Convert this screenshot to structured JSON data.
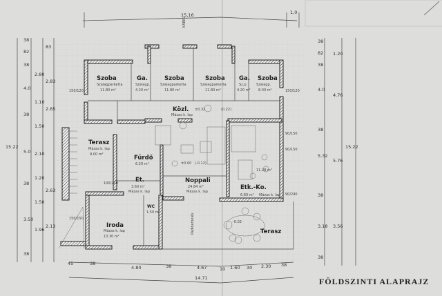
{
  "drawing": {
    "title": "FÖLDSZINTI ALAPRAJZ",
    "rooms": [
      {
        "name": "Szoba",
        "floor": "Szalagparketta",
        "area": "11.80 m²"
      },
      {
        "name": "Ga.",
        "floor": "Szalagp.",
        "area": "4.20 m²"
      },
      {
        "name": "Szoba",
        "floor": "Szalagparketta",
        "area": "11.80 m²"
      },
      {
        "name": "Szoba",
        "floor": "Szalagparketta",
        "area": "11.80 m²"
      },
      {
        "name": "Ga.",
        "floor": "Sz.p.",
        "area": "4.20 m²"
      },
      {
        "name": "Szoba",
        "floor": "Szalagp.",
        "area": "8.00 m²"
      },
      {
        "name": "Közl.",
        "floor": "Mázas k. lap",
        "area": ""
      },
      {
        "name": "Terasz",
        "floor": "Mázas k. lap",
        "area": "9.00 m²"
      },
      {
        "name": "Fürdő",
        "floor": "",
        "area": "6.20 m²"
      },
      {
        "name": "Et.",
        "floor": "Mázas k. lap",
        "area": "3.60 m²"
      },
      {
        "name": "Noppali",
        "floor": "Mázas k. lap",
        "area": "24.84 m²"
      },
      {
        "name": "Etk.-Ko.",
        "floor": "Mázas k. lap",
        "area": "6.80 m²"
      },
      {
        "name": "Iroda",
        "floor": "Mázas k. lap",
        "area": "13.30 m²"
      },
      {
        "name": "WC",
        "floor": "",
        "area": "1.50 m²"
      },
      {
        "name": "Terasz",
        "floor": "",
        "area": ""
      }
    ],
    "extra_area": "11.28 m²",
    "levels": [
      "±0.32",
      "(0.22)",
      "±0.00",
      "(-0.12)",
      "-0.02"
    ],
    "labels": {
      "chimney": "KÁBEL",
      "kitchen_room": "Padlóemelés"
    },
    "dims_top": [
      "15,16",
      "1,0"
    ],
    "dims_bottom": [
      "45",
      "38",
      "4.80",
      "38",
      "4.67",
      "10",
      "1.60",
      "30",
      "2.30",
      "38"
    ],
    "dims_bottom_total": "14.71",
    "dims_right_inner": [
      "38",
      "82",
      "38",
      "4.0",
      "38",
      "5.32",
      "38",
      "3.18",
      "38"
    ],
    "dims_right_mid": [
      "1.20",
      "4.76",
      "5.76",
      "3.56"
    ],
    "dims_right_total": "15.22",
    "dims_left_outer": [
      "38",
      "82",
      "38",
      "4.0",
      "38",
      "5.0",
      "38",
      "3.50",
      "38"
    ],
    "dims_left_mid": [
      "2.80",
      "1.10",
      "1.50",
      "2.10",
      "1.20",
      "1.50",
      "1.96"
    ],
    "dims_left_inner": [
      "83",
      "2.83",
      "2.85",
      "2.63",
      "2.13"
    ],
    "dims_left_total": "15.22",
    "window_labels": [
      "150/120",
      "150/120",
      "90/150",
      "90/150",
      "90/240",
      "100/240",
      "150/150"
    ]
  }
}
